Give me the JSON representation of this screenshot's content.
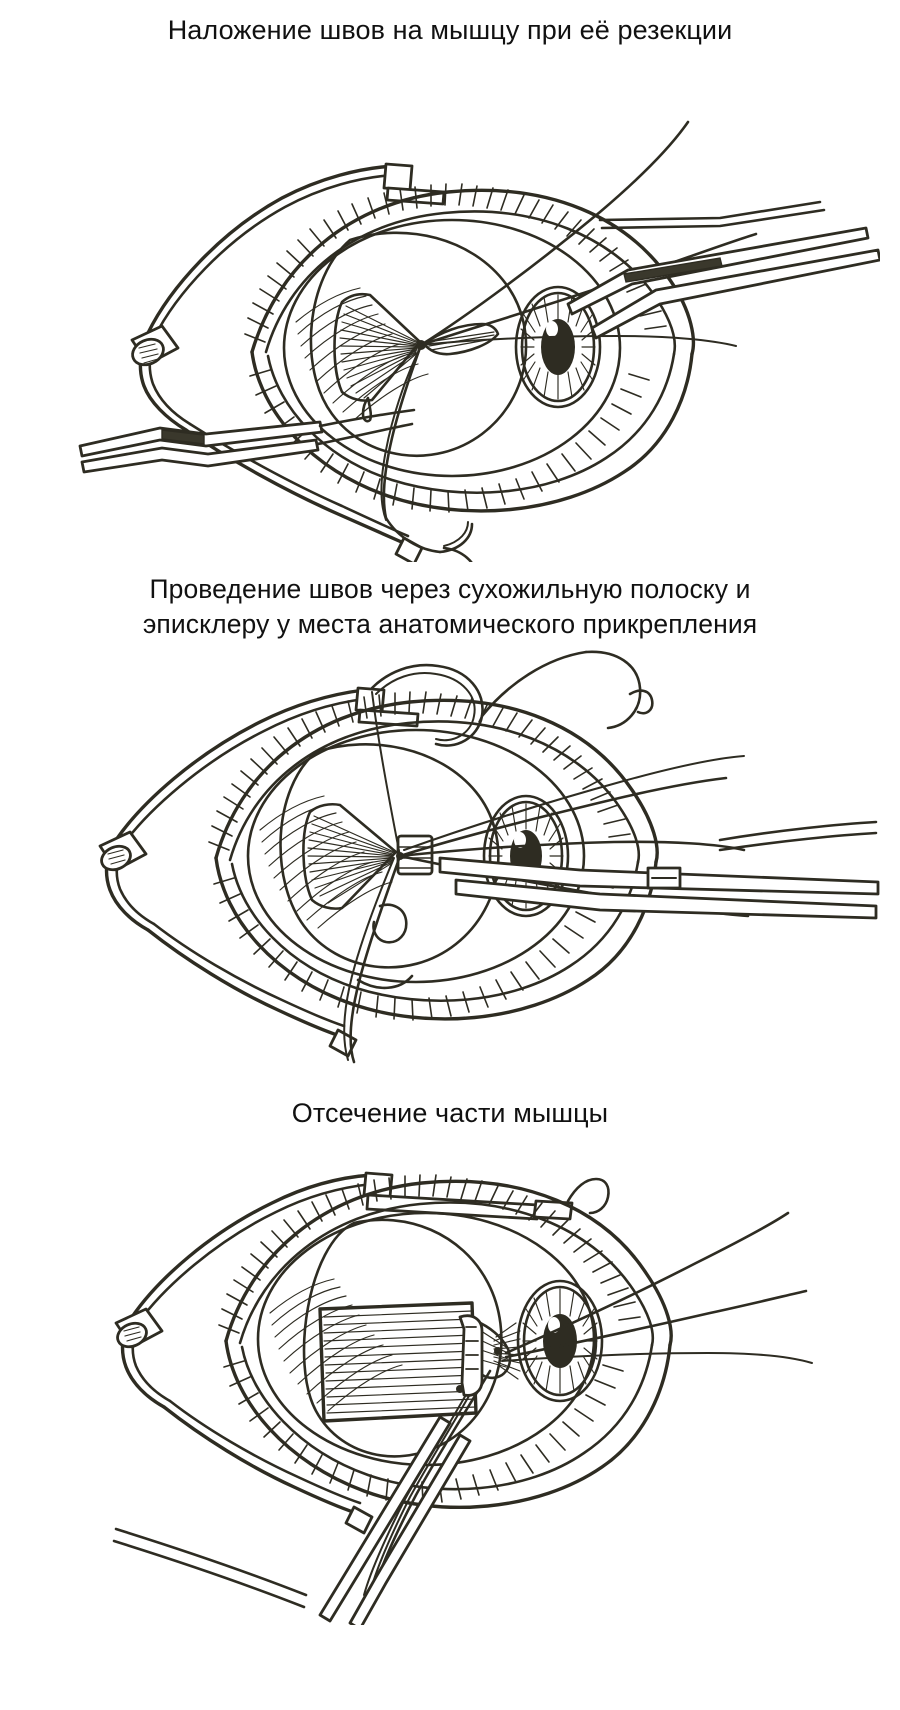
{
  "document": {
    "title": "Наложение швов на мышцу при её резекции",
    "language": "ru",
    "background_color": "#ffffff",
    "ink_color": "#2e2c22",
    "text_color": "#111111"
  },
  "panels": [
    {
      "id": "panel-1",
      "caption": "Наложение швов на мышцу при её резекции",
      "caption_lines": [
        "Наложение швов на мышцу при её резекции"
      ],
      "figure_name": "suturing-muscle-during-resection",
      "elements": [
        "eyelid-speculum",
        "upper-eyelid-lashes",
        "lower-eyelid-lashes",
        "sclera",
        "iris",
        "pupil",
        "rectus-muscle",
        "suture-thread",
        "needle-holder-forceps",
        "tissue-forceps",
        "curved-needle"
      ]
    },
    {
      "id": "panel-2",
      "caption": "Проведение швов через сухожильную полоску и эписклеру у места анатомического прикрепления",
      "caption_lines": [
        "Проведение швов через сухожильную полоску и",
        "эписклеру у места анатомического прикрепления"
      ],
      "figure_name": "passing-sutures-through-tendon-strip-and-episclera",
      "elements": [
        "eyelid-speculum",
        "upper-eyelid-lashes",
        "lower-eyelid-lashes",
        "sclera",
        "iris",
        "pupil",
        "rectus-muscle",
        "tendon-strip",
        "suture-thread",
        "needle",
        "muscle-hook",
        "forceps"
      ]
    },
    {
      "id": "panel-3",
      "caption": "Отсечение части мышцы",
      "caption_lines": [
        "Отсечение части мышцы"
      ],
      "figure_name": "excising-part-of-the-muscle",
      "elements": [
        "eyelid-speculum",
        "upper-eyelid-lashes",
        "lower-eyelid-lashes",
        "sclera",
        "iris",
        "pupil",
        "resected-muscle-segment",
        "suture-thread",
        "scissors",
        "clamp-forceps"
      ]
    }
  ]
}
